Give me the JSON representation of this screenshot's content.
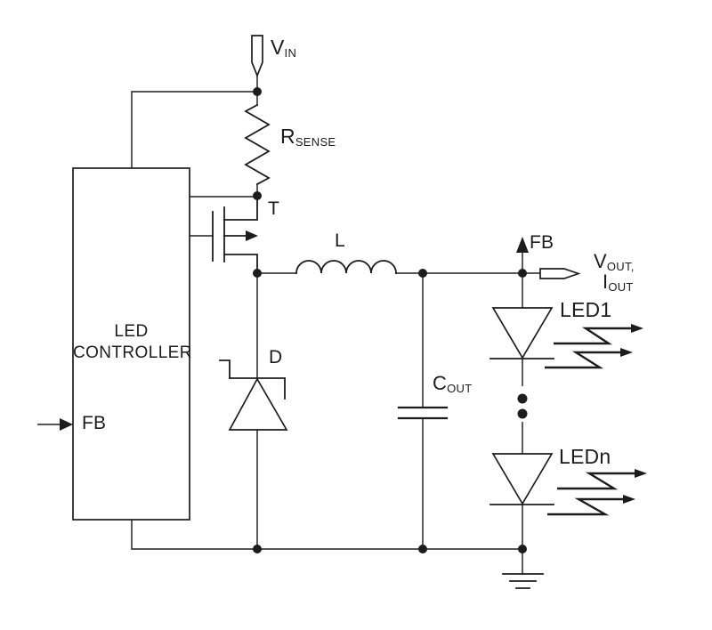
{
  "colors": {
    "background": "#ffffff",
    "line": "#3f3f3f",
    "symbol": "#1c1c1c",
    "text": "#1c1c1c"
  },
  "labels": {
    "vin": {
      "main": "V",
      "sub": "IN"
    },
    "rsense": {
      "main": "R",
      "sub": "SENSE"
    },
    "transistor": "T",
    "inductor": "L",
    "diode": "D",
    "fb_top": "FB",
    "vout": {
      "main": "V",
      "sub": "OUT,"
    },
    "iout": {
      "main": "I",
      "sub": "OUT"
    },
    "cout": {
      "main": "C",
      "sub": "OUT"
    },
    "led1": "LED1",
    "ledn": "LEDn",
    "controller": {
      "line1": "LED",
      "line2": "CONTROLLER",
      "port_fb": "FB"
    }
  }
}
